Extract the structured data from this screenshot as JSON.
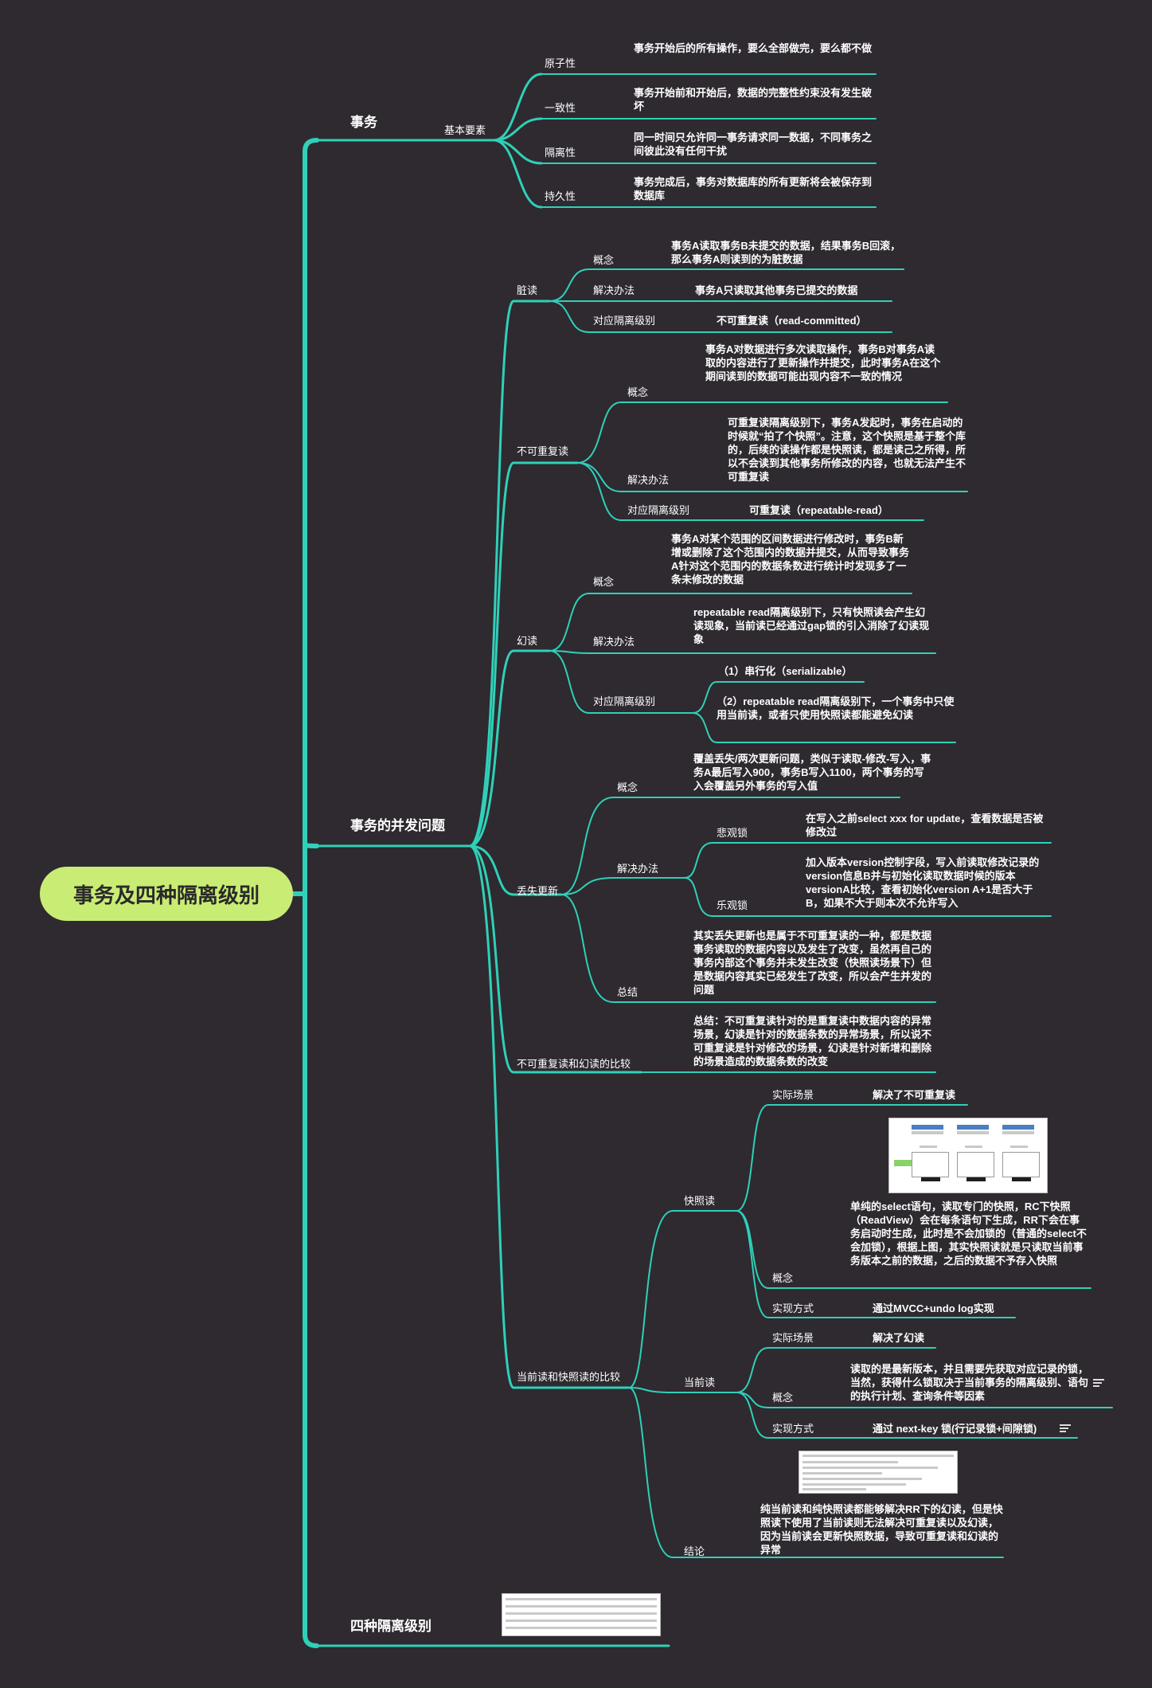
{
  "root": "事务及四种隔离级别",
  "shiwu": {
    "title": "事务",
    "basic": "基本要素",
    "atomicity": {
      "label": "原子性",
      "desc": "事务开始后的所有操作，要么全部做完，要么都不做"
    },
    "consistency": {
      "label": "一致性",
      "desc": "事务开始前和开始后，数据的完整性约束没有发生破坏"
    },
    "isolation": {
      "label": "隔离性",
      "desc": "同一时间只允许同一事务请求同一数据，不同事务之间彼此没有任何干扰"
    },
    "durability": {
      "label": "持久性",
      "desc": "事务完成后，事务对数据库的所有更新将会被保存到数据库"
    }
  },
  "concurrency": {
    "title": "事务的并发问题",
    "dirty": {
      "label": "脏读",
      "concept_label": "概念",
      "concept": "事务A读取事务B未提交的数据，结果事务B回滚，那么事务A则读到的为脏数据",
      "solution_label": "解决办法",
      "solution": "事务A只读取其他事务已提交的数据",
      "level_label": "对应隔离级别",
      "level": "不可重复读（read-committed）"
    },
    "nonrepeat": {
      "label": "不可重复读",
      "concept_label": "概念",
      "concept": "事务A对数据进行多次读取操作，事务B对事务A读取的内容进行了更新操作并提交，此时事务A在这个期间读到的数据可能出现内容不一致的情况",
      "solution_label": "解决办法",
      "solution": "可重复读隔离级别下，事务A发起时，事务在启动的时候就“拍了个快照”。注意，这个快照是基于整个库的，后续的读操作都是快照读，都是读己之所得，所以不会读到其他事务所修改的内容，也就无法产生不可重复读",
      "level_label": "对应隔离级别",
      "level": "可重复读（repeatable-read）"
    },
    "phantom": {
      "label": "幻读",
      "concept_label": "概念",
      "concept": "事务A对某个范围的区间数据进行修改时，事务B新增或删除了这个范围内的数据并提交，从而导致事务A针对这个范围内的数据条数进行统计时发现多了一条未修改的数据",
      "solution_label": "解决办法",
      "solution": "repeatable read隔离级别下，只有快照读会产生幻读现象，当前读已经通过gap锁的引入消除了幻读现象",
      "level_label": "对应隔离级别",
      "level1": "（1）串行化（serializable）",
      "level2": "（2）repeatable read隔离级别下，一个事务中只使用当前读，或者只使用快照读都能避免幻读"
    },
    "lost": {
      "label": "丢失更新",
      "concept_label": "概念",
      "concept": "覆盖丢失/两次更新问题，类似于读取-修改-写入，事务A最后写入900，事务B写入1100，两个事务的写入会覆盖另外事务的写入值",
      "solution_label": "解决办法",
      "pessimistic_label": "悲观锁",
      "pessimistic": "在写入之前select xxx for update，查看数据是否被修改过",
      "optimistic_label": "乐观锁",
      "optimistic": "加入版本version控制字段，写入前读取修改记录的version信息B并与初始化读取数据时候的版本versionA比较，查看初始化version A+1是否大于B，如果不大于则本次不允许写入",
      "summary_label": "总结",
      "summary": "其实丢失更新也是属于不可重复读的一种，都是数据事务读取的数据内容以及发生了改变，虽然再自己的事务内部这个事务并未发生改变（快照读场景下）但是数据内容其实已经发生了改变，所以会产生并发的问题"
    },
    "compare": {
      "label": "不可重复读和幻读的比较",
      "desc": "总结：不可重复读针对的是重复读中数据内容的异常场景，幻读是针对的数据条数的异常场景，所以说不可重复读是针对修改的场景，幻读是针对新增和删除的场景造成的数据条数的改变"
    },
    "current_vs_snapshot": {
      "label": "当前读和快照读的比较",
      "snapshot": {
        "label": "快照读",
        "scene_label": "实际场景",
        "scene": "解决了不可重复读",
        "concept_label": "概念",
        "concept": "单纯的select语句，读取专门的快照，RC下快照（ReadView）会在每条语句下生成，RR下会在事务启动时生成，此时是不会加锁的（普通的select不会加锁），根据上图，其实快照读就是只读取当前事务版本之前的数据，之后的数据不予存入快照",
        "impl_label": "实现方式",
        "impl": "通过MVCC+undo log实现"
      },
      "current": {
        "label": "当前读",
        "scene_label": "实际场景",
        "scene": "解决了幻读",
        "concept_label": "概念",
        "concept": "读取的是最新版本，并且需要先获取对应记录的锁，当然，获得什么锁取决于当前事务的隔离级别、语句的执行计划、查询条件等因素",
        "impl_label": "实现方式",
        "impl": "通过 next-key 锁(行记录锁+间隙锁)"
      },
      "conclusion_label": "结论",
      "conclusion": "纯当前读和纯快照读都能够解决RR下的幻读，但是快照读下使用了当前读则无法解决可重复读以及幻读，因为当前读会更新快照数据，导致可重复读和幻读的异常"
    }
  },
  "levels": {
    "title": "四种隔离级别"
  },
  "colors": {
    "background": "#2e2a30",
    "link": "#2fd0b8",
    "root": "#c9ec74"
  }
}
